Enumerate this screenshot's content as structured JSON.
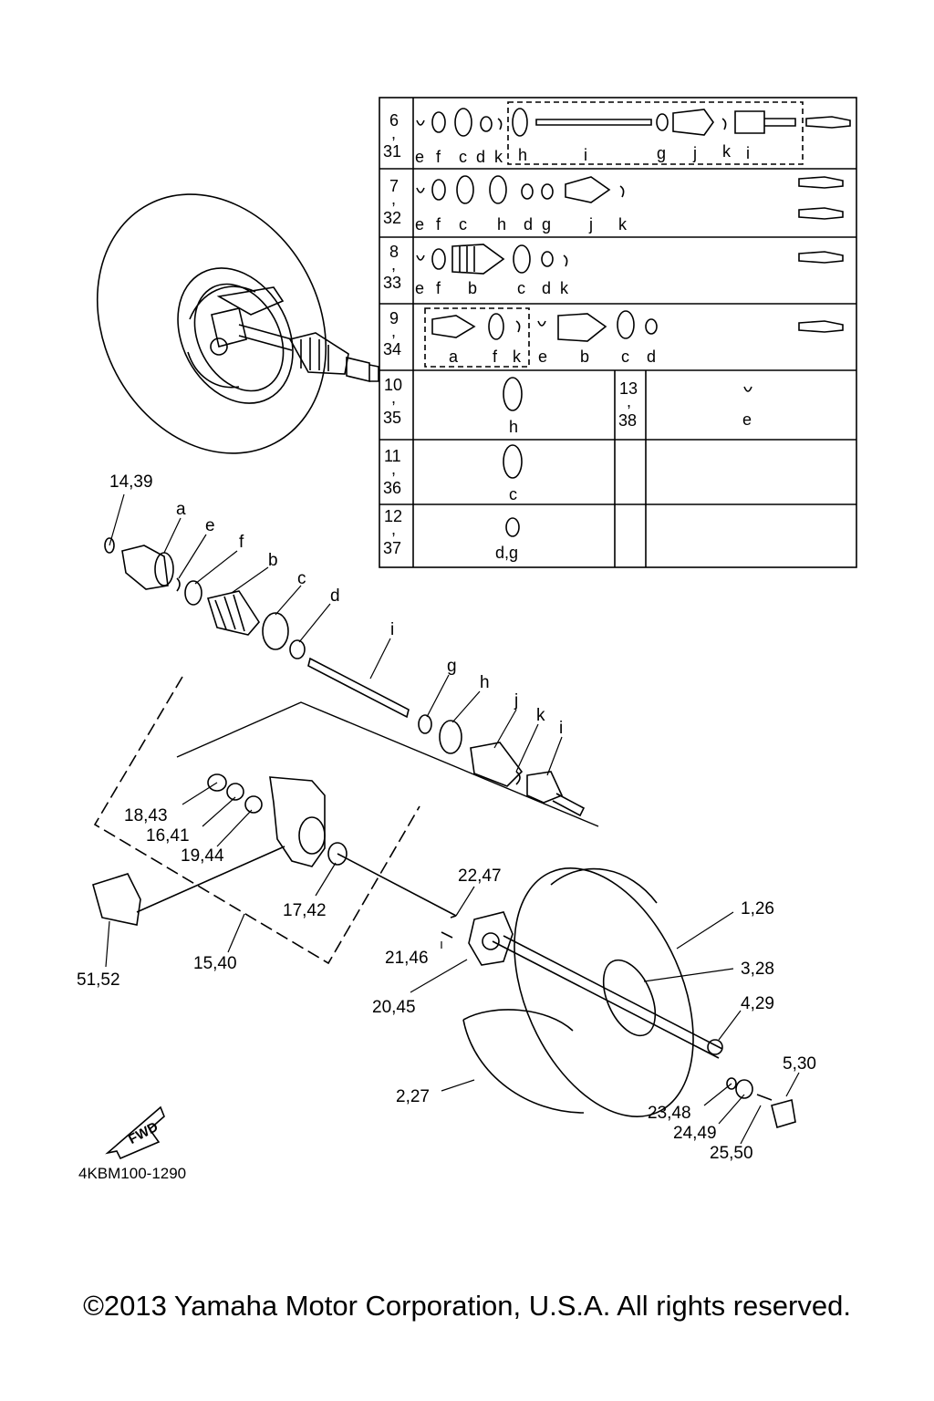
{
  "diagram_code": "4KBM100-1290",
  "copyright": "©2013 Yamaha Motor Corporation, U.S.A. All rights reserved.",
  "fwd_label": "FWD",
  "table": {
    "rows": [
      {
        "nums": [
          "6",
          ",",
          "31"
        ],
        "letters": [
          "e",
          "f",
          "c",
          "d",
          "k",
          "h",
          "i",
          "g",
          "j",
          "k",
          "i"
        ]
      },
      {
        "nums": [
          "7",
          ",",
          "32"
        ],
        "letters": [
          "e",
          "f",
          "c",
          "h",
          "d",
          "g",
          "j",
          "k"
        ]
      },
      {
        "nums": [
          "8",
          ",",
          "33"
        ],
        "letters": [
          "e",
          "f",
          "b",
          "c",
          "d",
          "k"
        ]
      },
      {
        "nums": [
          "9",
          ",",
          "34"
        ],
        "letters": [
          "a",
          "f",
          "k",
          "e",
          "b",
          "c",
          "d"
        ]
      },
      {
        "nums": [
          "10",
          ",",
          "35"
        ],
        "letters": [
          "h"
        ],
        "nums_right": [
          "13",
          ",",
          "38"
        ],
        "letters_right": [
          "e"
        ]
      },
      {
        "nums": [
          "11",
          ",",
          "36"
        ],
        "letters": [
          "c"
        ]
      },
      {
        "nums": [
          "12",
          ",",
          "37"
        ],
        "letters": [
          "d,g"
        ]
      }
    ]
  },
  "callouts": {
    "c14_39": "14,39",
    "a": "a",
    "e": "e",
    "f": "f",
    "b": "b",
    "c": "c",
    "d": "d",
    "i1": "i",
    "g": "g",
    "h": "h",
    "j": "j",
    "k": "k",
    "i2": "i",
    "c18_43": "18,43",
    "c16_41": "16,41",
    "c19_44": "19,44",
    "c17_42": "17,42",
    "c15_40": "15,40",
    "c51_52": "51,52",
    "c22_47": "22,47",
    "c21_46": "21,46",
    "c20_45": "20,45",
    "c1_26": "1,26",
    "c3_28": "3,28",
    "c4_29": "4,29",
    "c5_30": "5,30",
    "c2_27": "2,27",
    "c23_48": "23,48",
    "c24_49": "24,49",
    "c25_50": "25,50"
  },
  "icons": [
    "tire-icon",
    "wheel-hub-icon",
    "drive-shaft-icon",
    "knuckle-icon",
    "boot-icon",
    "clamp-icon",
    "circlip-icon",
    "axle-nut-icon",
    "hub-cap-icon",
    "fwd-arrow-icon"
  ]
}
